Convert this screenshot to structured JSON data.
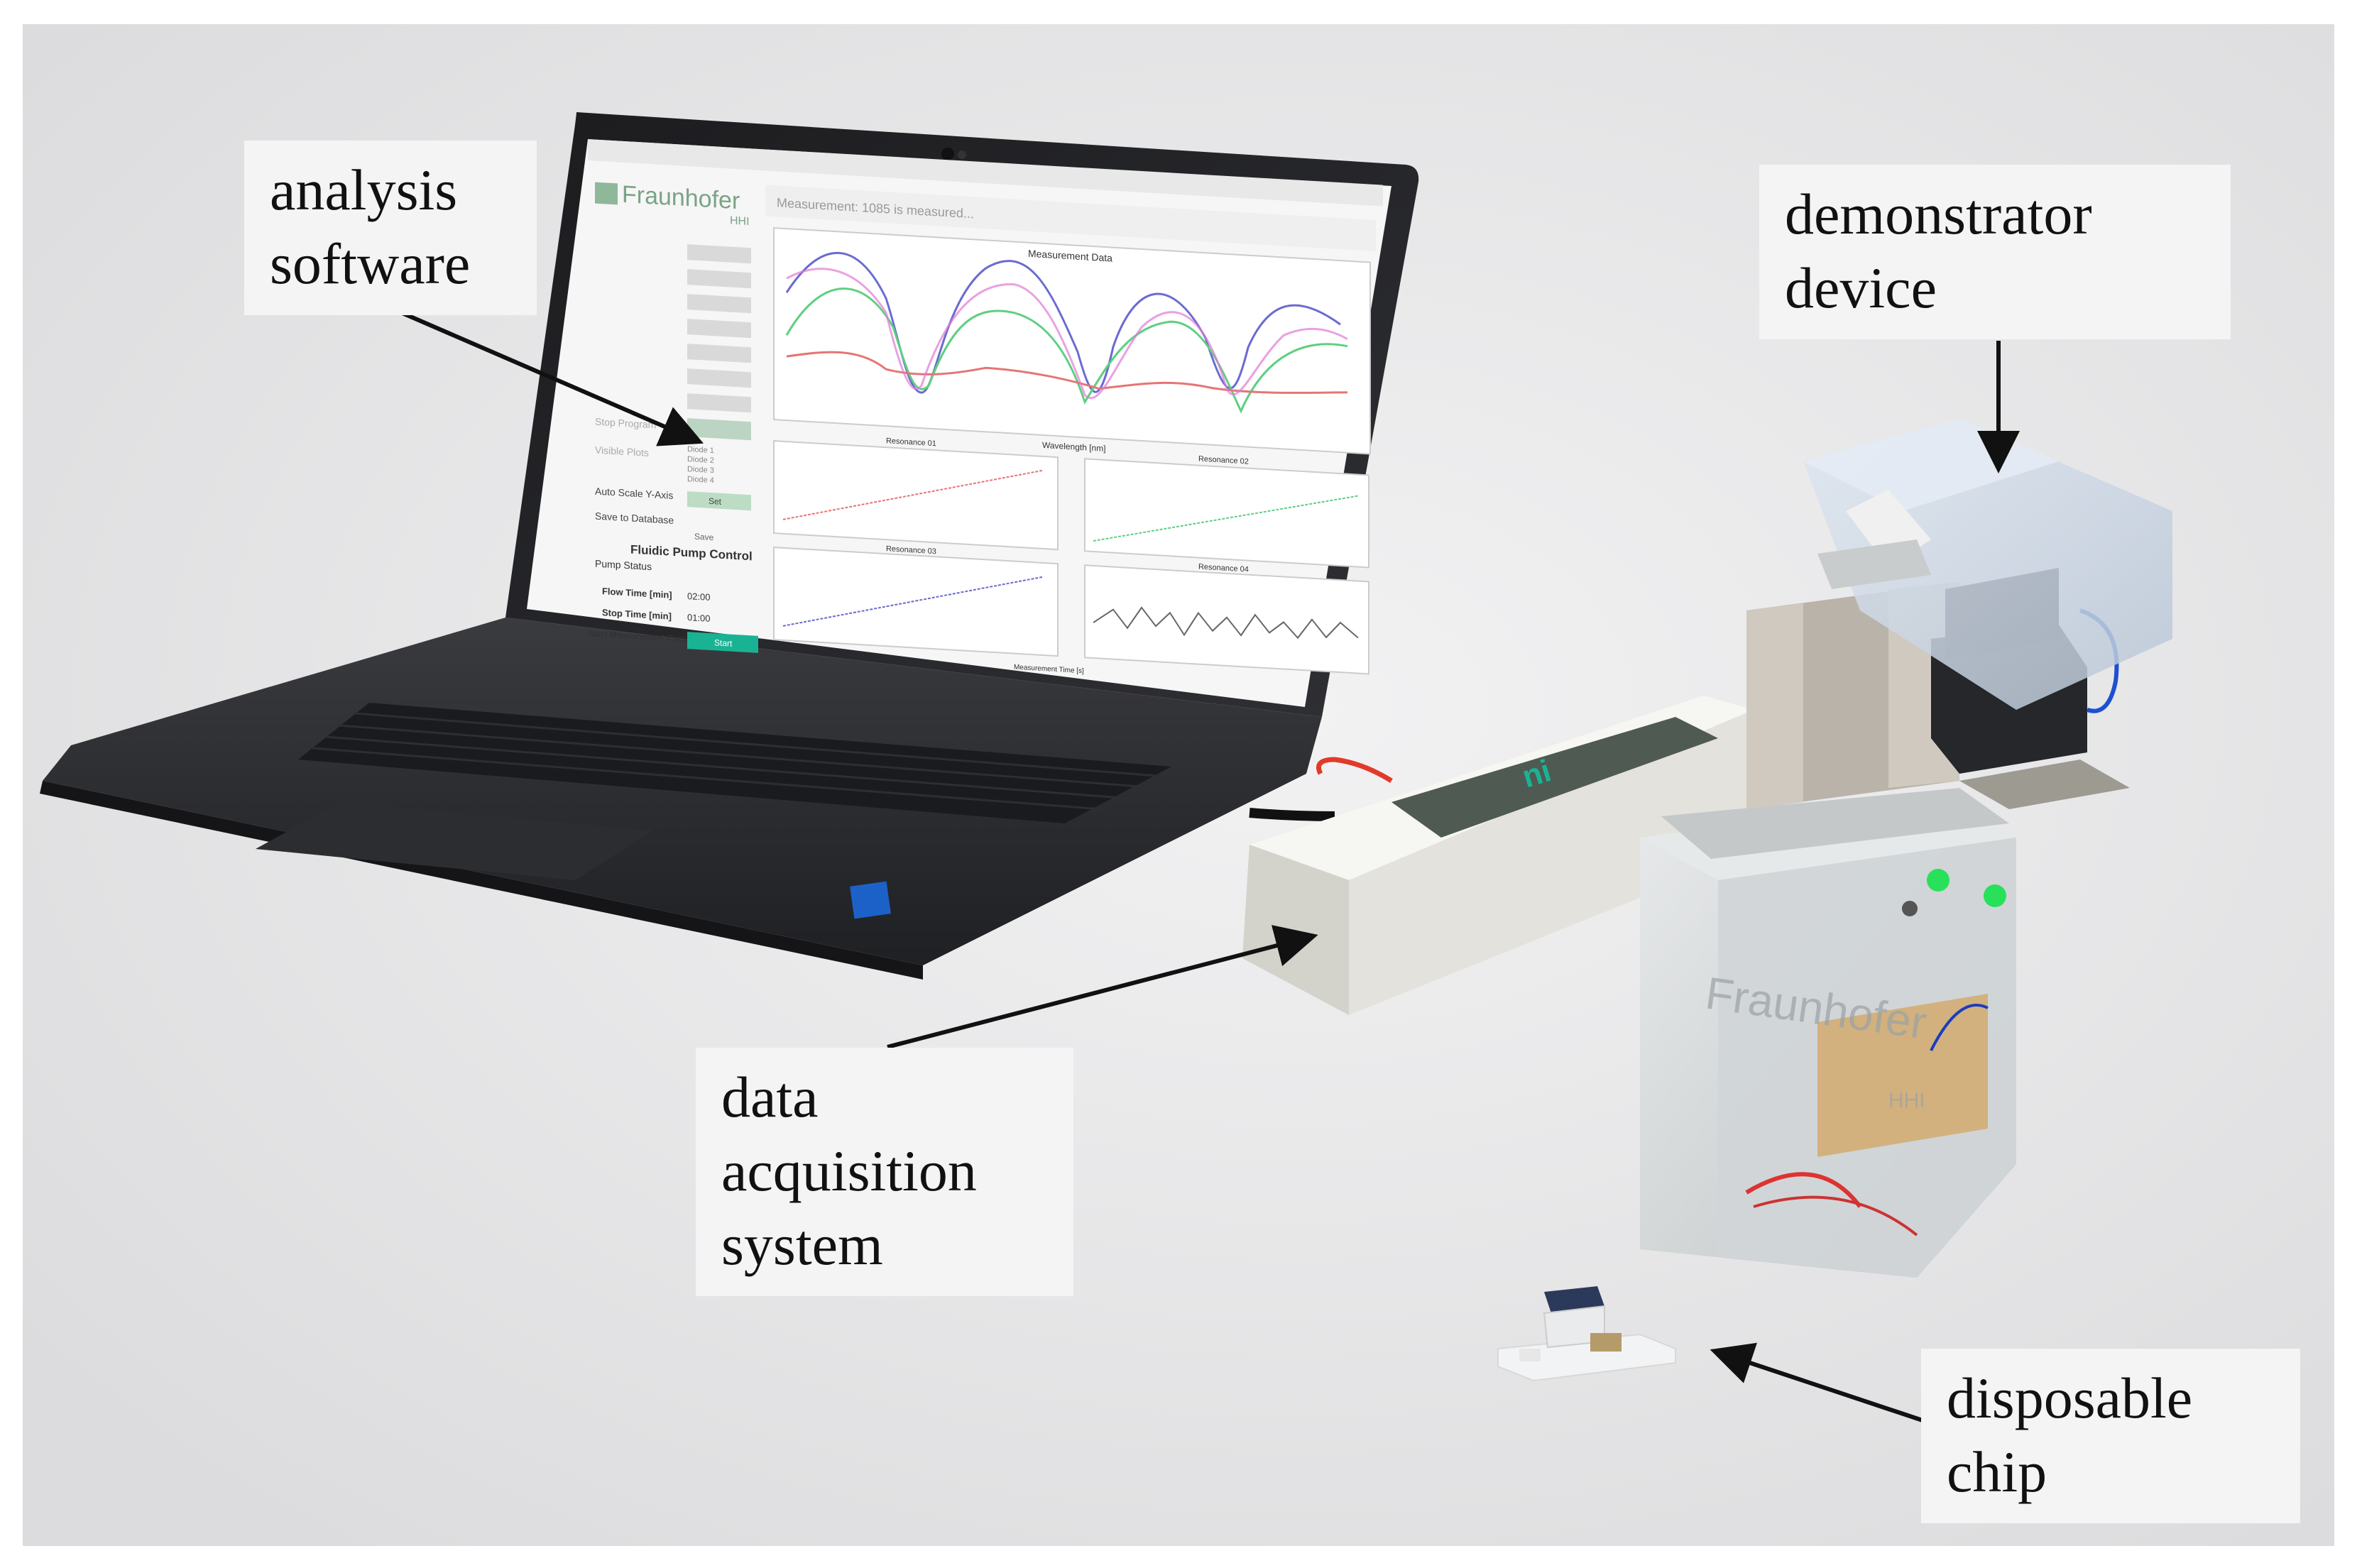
{
  "labels": {
    "analysis_software": [
      "analysis",
      "software"
    ],
    "demonstrator_device": [
      "demonstrator",
      "device"
    ],
    "data_acquisition_system": [
      "data",
      "acquisition",
      "system"
    ],
    "disposable_chip": [
      "disposable",
      "chip"
    ]
  },
  "laptop_screen": {
    "logo_text": "Fraunhofer",
    "logo_sub": "HHI",
    "status_text": "Measurement: 1085 is measured...",
    "main_chart_title": "Measurement Data",
    "main_chart_xlabel": "Wavelength [nm]",
    "small_charts": [
      "Resonance 01",
      "Resonance 02",
      "Resonance 03",
      "Resonance 04"
    ],
    "small_chart_xlabel": "Measurement Time [s]",
    "section_title": "Fluidic Pump Control",
    "pump_status_label": "Pump Status",
    "flow_time_label": "Flow Time [min]",
    "flow_time_value": "02:00",
    "stop_time_label": "Stop Time [min]",
    "stop_time_value": "01:00",
    "start_cycle_label": "Start Measurement Cycle",
    "start_button": "Start",
    "stop_program_label": "Stop Program",
    "visible_plots_label": "Visible Plots",
    "diodes": [
      "Diode 1",
      "Diode 2",
      "Diode 3",
      "Diode 4"
    ],
    "auto_scale_label": "Auto Scale Y-Axis",
    "set_button": "Set",
    "save_db_label": "Save to Database",
    "save_button": "Save"
  },
  "device": {
    "enclosure_logo": "Fraunhofer",
    "enclosure_sub": "HHI"
  },
  "colors": {
    "background": "#e9e9ea",
    "label_box": "#f4f4f4",
    "laptop_body": "#2a2b2e",
    "daq_box": "#ecebe6",
    "daq_panel": "#4f5a52",
    "accent_green": "#19b394",
    "led_green": "#28e05a"
  }
}
